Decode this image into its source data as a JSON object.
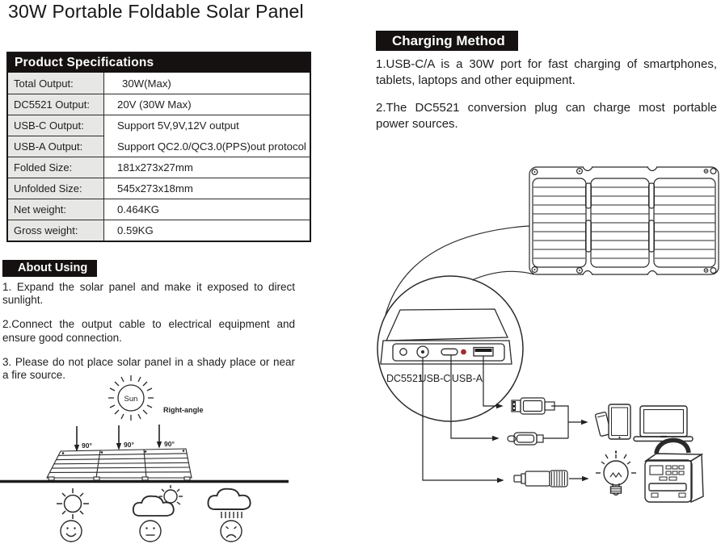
{
  "title": "30W Portable Foldable Solar Panel",
  "specs": {
    "header": "Product Specifications",
    "rows": [
      {
        "label": "Total Output:",
        "value": "30W(Max)"
      },
      {
        "label": "DC5521 Output:",
        "value": "20V (30W Max)"
      },
      {
        "label": "USB-C Output:",
        "value": "Support 5V,9V,12V output"
      },
      {
        "label": "USB-A Output:",
        "value": "Support QC2.0/QC3.0(PPS)out protocol"
      },
      {
        "label": "Folded Size:",
        "value": "181x273x27mm"
      },
      {
        "label": "Unfolded Size:",
        "value": "545x273x18mm"
      },
      {
        "label": "Net weight:",
        "value": "0.464KG"
      },
      {
        "label": "Gross weight:",
        "value": "0.59KG"
      }
    ]
  },
  "about": {
    "header": "About Using",
    "items": [
      "1. Expand the solar panel and make it exposed to direct sunlight.",
      "2.Connect the output cable to electrical equipment and ensure good connection.",
      "3. Please do not place solar panel in a shady place or near a fire source."
    ]
  },
  "charging": {
    "header": "Charging Method",
    "items": [
      "1.USB-C/A is a 30W port for fast charging of smartphones, tablets, laptops and other equipment.",
      "2.The DC5521 conversion plug can charge most portable power sources."
    ]
  },
  "diagram_left": {
    "sun_label": "Sun",
    "right_angle_label": "Right-angle",
    "angle_labels": [
      "90°",
      "90°",
      "90°"
    ],
    "weather_meaning": [
      "sunny-happy",
      "partly-cloudy-neutral",
      "rainy-sad"
    ]
  },
  "diagram_right": {
    "port_labels": [
      "DC5521",
      "USB-C",
      "USB-A"
    ],
    "connectors": [
      "usb-a-cable",
      "usb-c-cable",
      "dc5521-plug"
    ],
    "devices": [
      "phone",
      "tablet",
      "laptop",
      "light-bulb",
      "power-station"
    ]
  },
  "colors": {
    "ink": "#2a2a2a",
    "led_red": "#9e2f35",
    "header_bg": "#141110",
    "label_cell_bg": "#e7e7e5"
  }
}
